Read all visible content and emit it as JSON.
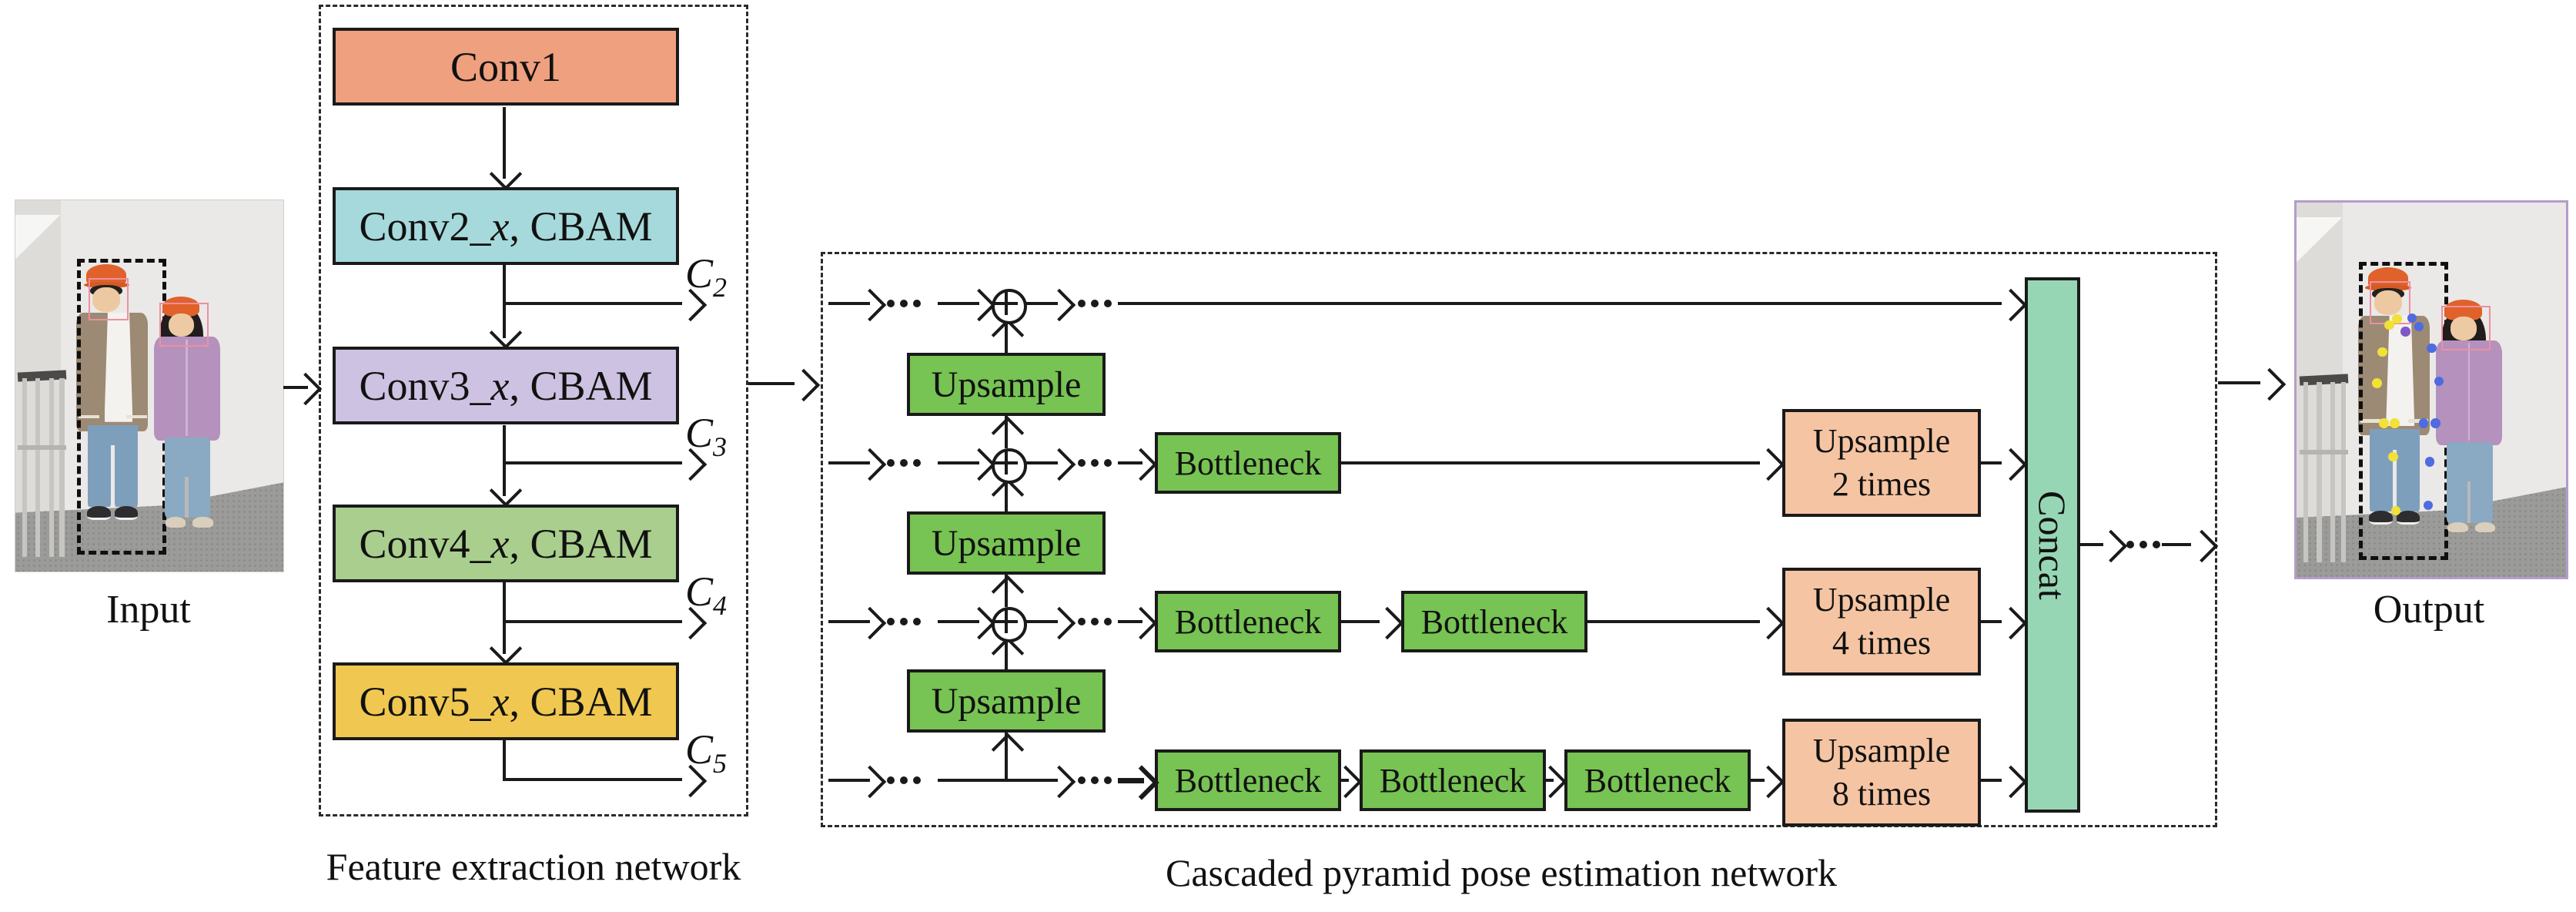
{
  "labels": {
    "input": "Input",
    "output": "Output",
    "feature_caption": "Feature extraction network",
    "pyramid_caption": "Cascaded pyramid pose estimation network"
  },
  "feature_network": {
    "boxes": [
      {
        "prefix": "Conv1",
        "italic": "",
        "suffix": "",
        "color": "#efa07e"
      },
      {
        "prefix": "Conv2_",
        "italic": "x",
        "suffix": ", CBAM",
        "color": "#a6d9db"
      },
      {
        "prefix": "Conv3_",
        "italic": "x",
        "suffix": ", CBAM",
        "color": "#cdc2e1"
      },
      {
        "prefix": "Conv4_",
        "italic": "x",
        "suffix": ", CBAM",
        "color": "#a9ce8e"
      },
      {
        "prefix": "Conv5_",
        "italic": "x",
        "suffix": ", CBAM",
        "color": "#f0c851"
      }
    ],
    "outputs": [
      {
        "base": "C",
        "sub": "2"
      },
      {
        "base": "C",
        "sub": "3"
      },
      {
        "base": "C",
        "sub": "4"
      },
      {
        "base": "C",
        "sub": "5"
      }
    ]
  },
  "pyramid_network": {
    "upsample_label": "Upsample",
    "bottleneck_label": "Bottleneck",
    "concat_label": "Concat",
    "upsample_times": [
      {
        "line1": "Upsample",
        "line2": "2 times"
      },
      {
        "line1": "Upsample",
        "line2": "4 times"
      },
      {
        "line1": "Upsample",
        "line2": "8 times"
      }
    ]
  },
  "colors": {
    "conv1": "#efa07e",
    "conv2": "#a6d9db",
    "conv3": "#cdc2e1",
    "conv4": "#a9ce8e",
    "conv5": "#f0c851",
    "stage_green": "#77c353",
    "upsample_times_peach": "#f5c5a3",
    "concat_mint": "#97d6b4",
    "line": "#1a1a1a",
    "output_border": "#b49ccb",
    "keypoint_yellow": "#f2e136",
    "keypoint_blue": "#4f6be0",
    "keypoint_purple": "#7e58c8",
    "hat_orange": "#e0622a",
    "face_box_pink": "#ef8fa0"
  }
}
